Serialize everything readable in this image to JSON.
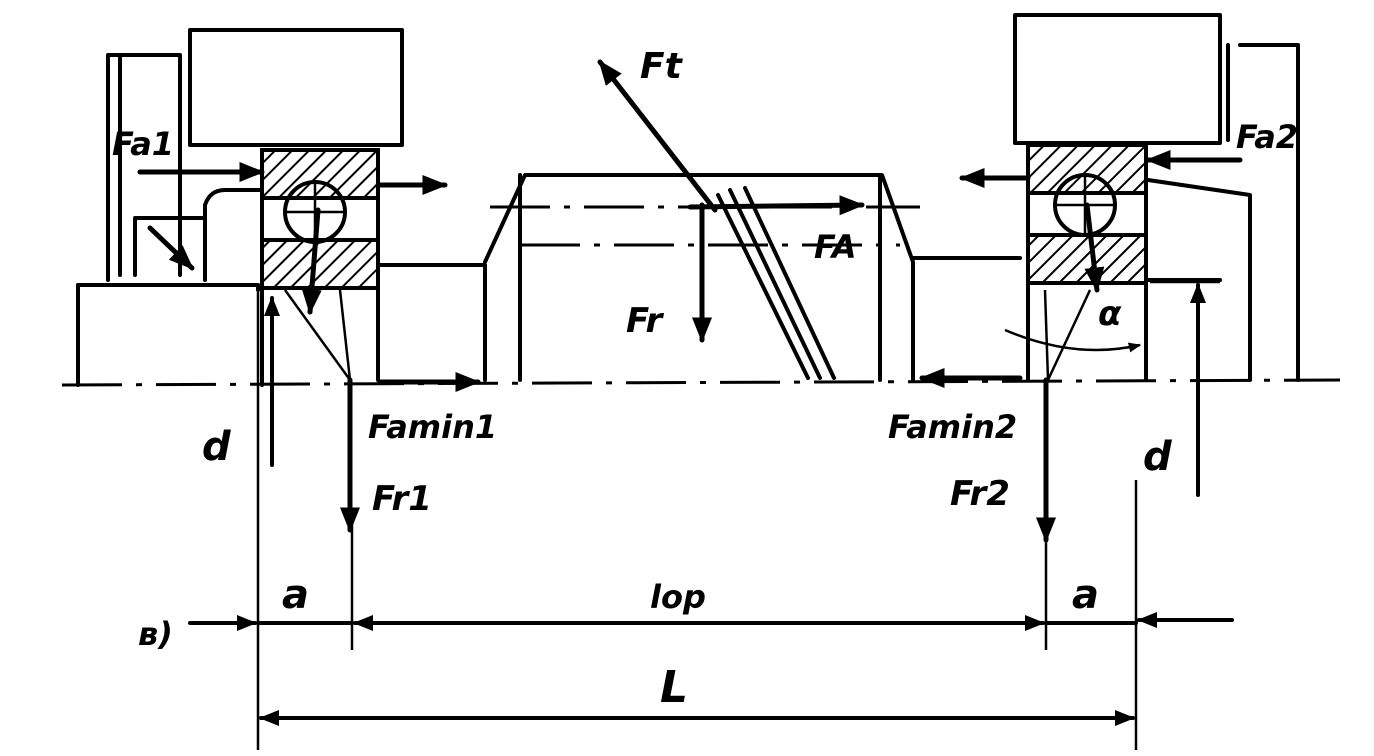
{
  "labels": {
    "Ft": "Ft",
    "Fa1": "Fa1",
    "Fa2": "Fa2",
    "FA": "FA",
    "Fr": "Fr",
    "alpha": "α",
    "Famin1": "Famin1",
    "Famin2": "Famin2",
    "Fr1": "Fr1",
    "Fr2": "Fr2",
    "d_left": "d",
    "d_right": "d",
    "a_left": "a",
    "a_right": "a",
    "lop": "lop",
    "L": "L",
    "variant": "в)"
  }
}
